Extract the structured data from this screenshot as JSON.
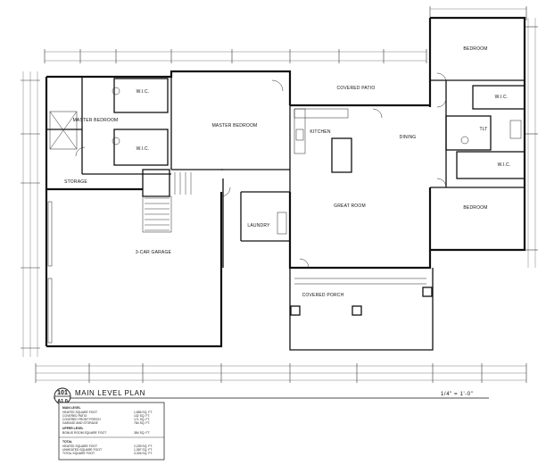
{
  "rooms": {
    "bedroom_top": "BEDROOM",
    "wic_master_1": "W.I.C.",
    "wic_master_2": "W.I.C.",
    "master_bedroom_left": "MASTER BEDROOM",
    "master_bedroom_main": "MASTER BEDROOM",
    "covered_patio": "COVERED PATIO",
    "kitchen": "KITCHEN",
    "dining": "DINING",
    "wic_right": "W.I.C.",
    "wic_right_2": "W.I.C.",
    "tlt": "TLT",
    "storage": "STORAGE",
    "laundry": "LAUNDRY",
    "great_room": "GREAT ROOM",
    "bedroom_right": "BEDROOM",
    "garage": "3-CAR GARAGE",
    "covered_porch": "COVERED PORCH"
  },
  "title_block": {
    "sheet_number": "101",
    "sheet_id": "A1.0",
    "title": "MAIN LEVEL PLAN",
    "scale": "1/4\" = 1'-0\""
  },
  "area_table": {
    "heading": "MAIN LEVEL",
    "rows": [
      {
        "label": "HEATED SQUARE FOOT",
        "value": "1,855 SQ. FT."
      },
      {
        "label": "COVERED PATIO",
        "value": "132 SQ. FT."
      },
      {
        "label": "COVERED FRONT PORCH",
        "value": "171 SQ. FT."
      },
      {
        "label": "GARAGE AND STORAGE",
        "value": "784 SQ. FT."
      }
    ],
    "upper_heading": "UPPER LEVEL",
    "upper_rows": [
      {
        "label": "BONUS ROOM SQUARE FOOT",
        "value": "384 SQ. FT."
      }
    ],
    "total_heading": "TOTAL",
    "total_rows": [
      {
        "label": "HEATED SQUARE FOOT",
        "value": "2,239 SQ. FT."
      },
      {
        "label": "UNHEATED SQUARE FOOT",
        "value": "1,087 SQ. FT."
      },
      {
        "label": "TOTAL SQUARE FOOT",
        "value": "3,326 SQ. FT."
      }
    ]
  }
}
